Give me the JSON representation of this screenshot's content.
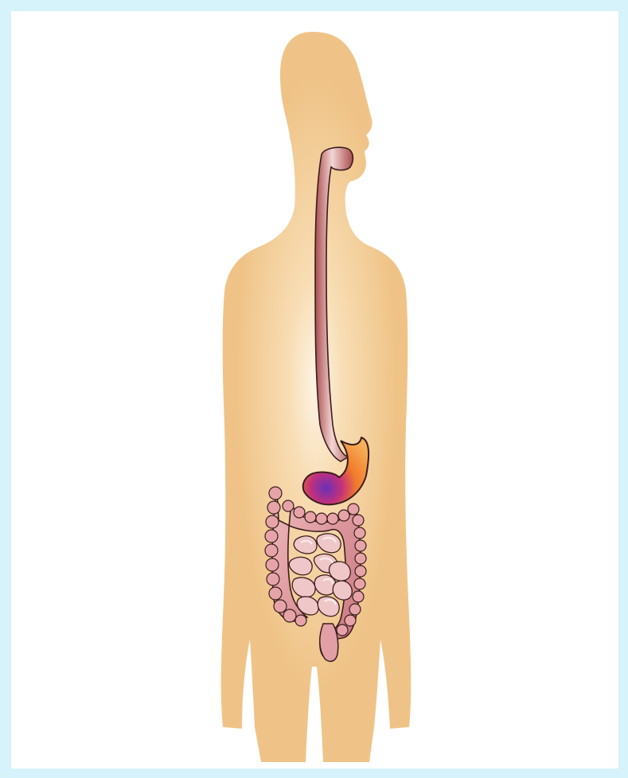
{
  "diagram": {
    "subject": "human-digestive-system",
    "colors": {
      "background_border": "#d6f2fa",
      "panel": "#ffffff",
      "body_silhouette": "#efc387",
      "body_glow": "#fdf1de",
      "esophagus": "#b85d5d",
      "esophagus_highlight": "#f6dcdc",
      "stomach_warm": "#f39a2b",
      "stomach_cool": "#7a34b8",
      "intestine_fill": "#e7aeb0",
      "intestine_dark": "#b25d68",
      "outline": "#3a1d1d"
    },
    "parts": [
      "silhouette",
      "esophagus",
      "stomach",
      "large-intestine",
      "small-intestine",
      "rectum"
    ]
  }
}
